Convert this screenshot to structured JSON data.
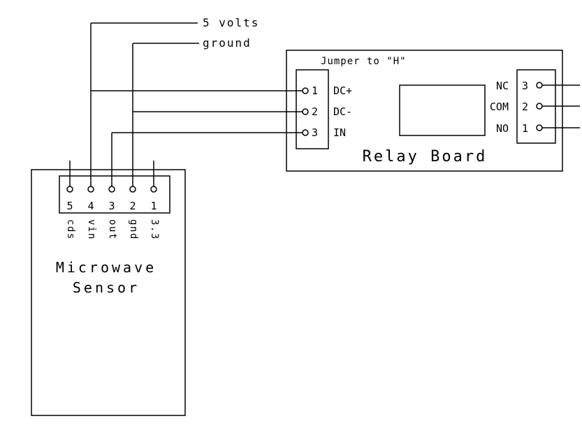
{
  "diagram": {
    "background": "#ffffff",
    "line_color": "#000000"
  },
  "wires": {
    "five_volts_label": "5 volts",
    "ground_label": "ground"
  },
  "relay_board": {
    "title": "Relay Board",
    "jumper_note": "Jumper to \"H\"",
    "input_connector": {
      "pins": [
        {
          "number": "1",
          "label": "DC+"
        },
        {
          "number": "2",
          "label": "DC-"
        },
        {
          "number": "3",
          "label": "IN"
        }
      ]
    },
    "output_connector": {
      "pins": [
        {
          "number": "3",
          "label": "NC"
        },
        {
          "number": "2",
          "label": "COM"
        },
        {
          "number": "1",
          "label": "NO"
        }
      ]
    }
  },
  "microwave_sensor": {
    "title_line1": "Microwave",
    "title_line2": "Sensor",
    "pins": [
      {
        "number": "5",
        "label": "cds"
      },
      {
        "number": "4",
        "label": "vin"
      },
      {
        "number": "3",
        "label": "out"
      },
      {
        "number": "2",
        "label": "gnd"
      },
      {
        "number": "1",
        "label": "3.3"
      }
    ]
  }
}
